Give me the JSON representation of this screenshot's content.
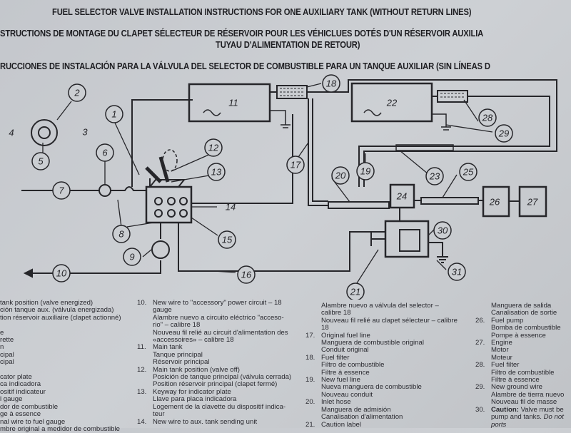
{
  "titles": {
    "en": "FUEL SELECTOR VALVE INSTALLATION INSTRUCTIONS FOR ONE AUXILIARY TANK (WITHOUT RETURN LINES)",
    "fr_line1": "STRUCTIONS DE MONTAGE DU CLAPET SÉLECTEUR DE RÉSERVOIR POUR LES VÉHICLUES DOTÉS D'UN RÉSERVOIR AUXILIA",
    "fr_line2": "TUYAU D'ALIMENTATION DE RETOUR)",
    "es": "RUCCIONES DE INSTALACIÓN PARA LA VÁLVULA DEL SELECTOR DE COMBUSTIBLE PARA UN TANQUE AUXILIAR (SIN LÍNEAS D"
  },
  "callouts": [
    "1",
    "2",
    "3",
    "4",
    "5",
    "6",
    "7",
    "8",
    "9",
    "10",
    "11",
    "12",
    "13",
    "14",
    "15",
    "16",
    "17",
    "18",
    "19",
    "20",
    "21",
    "22",
    "23",
    "24",
    "25",
    "26",
    "27",
    "28",
    "29",
    "30",
    "31"
  ],
  "legend": {
    "col1": [
      "tank position (valve energized)",
      "ción tanque aux. (válvula energizada)",
      "tion réservoir auxiliaire (clapet actionné)",
      "",
      "e",
      "rette",
      "n",
      "cipal",
      "cipal",
      "",
      "cator plate",
      "ca indicadora",
      "ositif indicateur",
      "l gauge",
      "dor de combustible",
      "ge à essence",
      "nal wire to fuel gauge",
      "mbre original a medidor de combustible"
    ],
    "col2": [
      {
        "num": "10.",
        "lines": [
          "New wire to \"accessory\" power circuit – 18",
          "gauge",
          "Alambre nuevo a circuito eléctrico \"acceso-",
          "rio\" – calibre 18",
          "Nouveau fil relié au circuit d'alimentation des",
          "«accessoires» – calibre 18"
        ]
      },
      {
        "num": "11.",
        "lines": [
          "Main tank",
          "Tanque principal",
          "Réservoir principal"
        ]
      },
      {
        "num": "12.",
        "lines": [
          "Main tank position (valve off)",
          "Posición de tanque principal (válvula cerrada)",
          "Position réservoir principal (clapet fermé)"
        ]
      },
      {
        "num": "13.",
        "lines": [
          "Keyway for indicator plate",
          "Llave para placa indicadora",
          "Logement de la clavette du dispositif indica-",
          "teur"
        ]
      },
      {
        "num": "14.",
        "lines": [
          "New wire to aux. tank sending unit"
        ]
      }
    ],
    "col3": [
      {
        "num": "",
        "lines": [
          "Alambre nuevo a válvula del selector –",
          "calibre 18",
          "Nouveau fil relié au clapet sélecteur – calibre",
          "18"
        ]
      },
      {
        "num": "17.",
        "lines": [
          "Original fuel line",
          "Manguera de combustible original",
          "Conduit original"
        ]
      },
      {
        "num": "18.",
        "lines": [
          "Fuel filter",
          "Filtro de combustible",
          "Filtre à essence"
        ]
      },
      {
        "num": "19.",
        "lines": [
          "New fuel line",
          "Nueva manguera de combustible",
          "Nouveau conduit"
        ]
      },
      {
        "num": "20.",
        "lines": [
          "Inlet hose",
          "Manguera de admisión",
          "Canalisation d'alimentation"
        ]
      },
      {
        "num": "21.",
        "lines": [
          "Caution label"
        ]
      }
    ],
    "col4": [
      {
        "num": "",
        "lines": [
          "Manguera de salida",
          "Canalisation de sortie"
        ]
      },
      {
        "num": "26.",
        "lines": [
          "Fuel pump",
          "Bomba de combustible",
          "Pompe à essence"
        ]
      },
      {
        "num": "27.",
        "lines": [
          "Engine",
          "Motor",
          "Moteur"
        ]
      },
      {
        "num": "28.",
        "lines": [
          "Fuel filter",
          "Filtro de combustible",
          "Filtre à essence"
        ]
      },
      {
        "num": "29.",
        "lines": [
          "New ground wire",
          "Alambre de tierra nuevo",
          "Nouveau fil de masse"
        ]
      },
      {
        "num": "30.",
        "caution": "Caution:",
        "lines": [
          " Valve must be",
          "pump and tanks. ",
          "Do not",
          "ports"
        ]
      }
    ]
  },
  "colors": {
    "paper": "#c9ccd0",
    "ink": "#26262a"
  }
}
